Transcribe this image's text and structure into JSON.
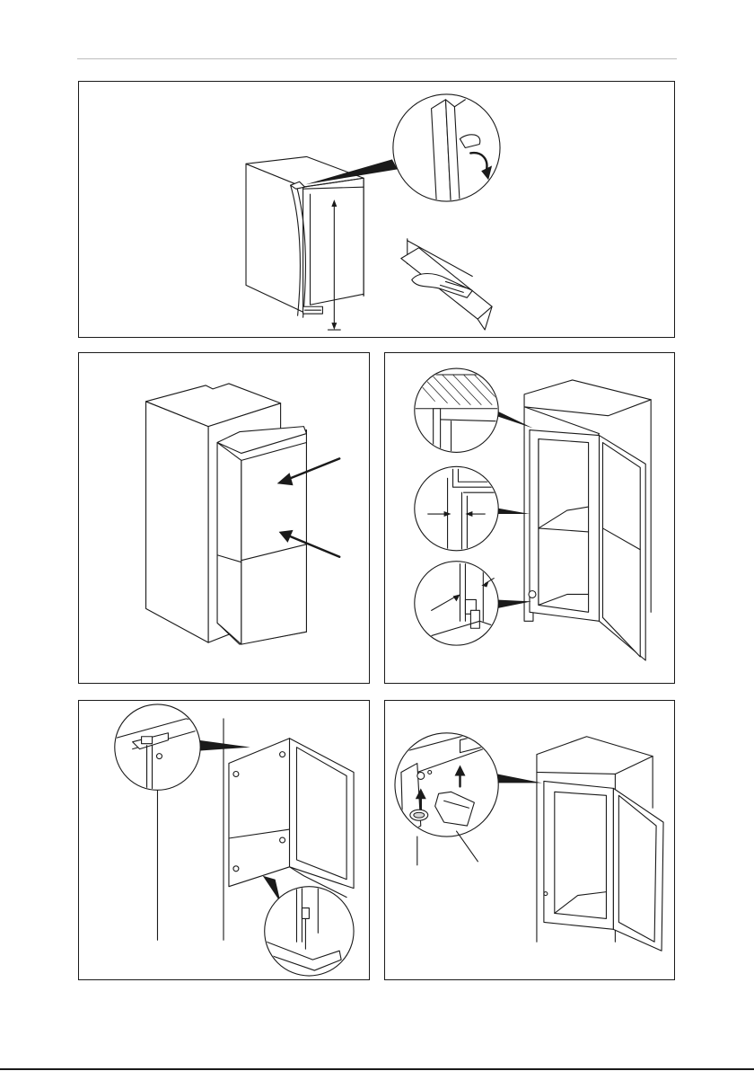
{
  "page": {
    "figures": [
      {
        "id": "fig-1",
        "icons": [
          "cabinet-icon",
          "magnifier-icon",
          "rotate-arrow-icon",
          "measure-arrow-icon",
          "seal-strip-icon"
        ]
      },
      {
        "id": "fig-2",
        "icons": [
          "cabinet-icon",
          "appliance-icon",
          "push-arrow-icon"
        ]
      },
      {
        "id": "fig-3",
        "icons": [
          "cabinet-icon",
          "door-icon",
          "magnifier-icon",
          "gap-arrow-icon"
        ]
      },
      {
        "id": "fig-4",
        "icons": [
          "door-icon",
          "screw-icon",
          "magnifier-icon",
          "bracket-icon"
        ]
      },
      {
        "id": "fig-5",
        "icons": [
          "cabinet-icon",
          "door-icon",
          "magnifier-icon",
          "up-arrow-icon",
          "cap-icon"
        ]
      }
    ],
    "colors": {
      "line": "#1a1a1a",
      "rule": "#bcbcbc",
      "background": "#ffffff"
    }
  }
}
